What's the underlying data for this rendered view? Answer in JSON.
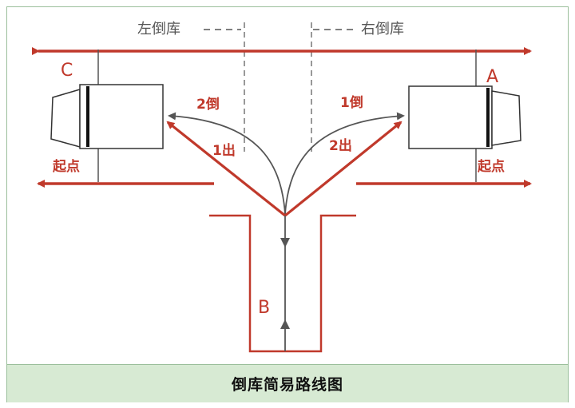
{
  "diagram": {
    "labels": {
      "left_garage": "左倒库",
      "right_garage": "右倒库",
      "point_c": "C",
      "point_a": "A",
      "point_b": "B",
      "start_left": "起点",
      "start_right": "起点",
      "reverse_2": "2倒",
      "reverse_1": "1倒",
      "exit_1": "1出",
      "exit_2": "2出"
    },
    "colors": {
      "route_red": "#c0392b",
      "line_gray": "#555555",
      "caption_bg": "#d7ead3"
    }
  },
  "caption": "倒库简易路线图"
}
